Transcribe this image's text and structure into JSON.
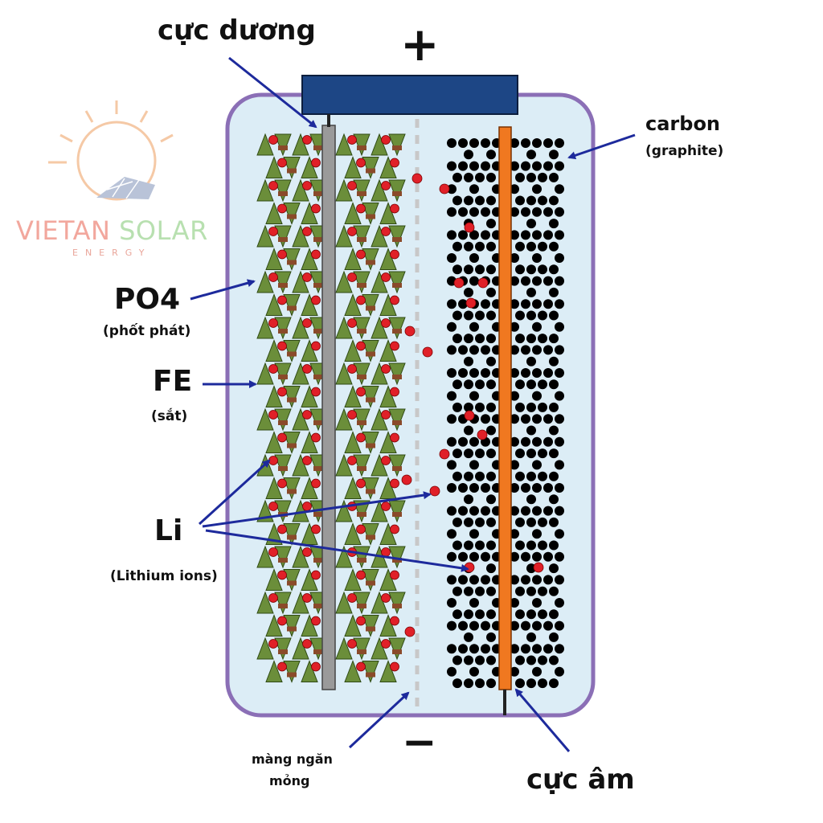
{
  "logo": {
    "brand_a": "VIETAN",
    "brand_b": "SOLAR",
    "tagline": "ENERGY",
    "colors": {
      "brand_a": "#f2a79d",
      "brand_b": "#b8e0b0",
      "sun": "#f5c9a6"
    }
  },
  "terminals": {
    "plus": "+",
    "minus": "−"
  },
  "labels": {
    "positive_electrode": "cực dương",
    "negative_electrode": "cực âm",
    "carbon": "carbon",
    "carbon_sub": "(graphite)",
    "po4": "PO4",
    "po4_sub": "(phốt phát)",
    "fe": "FE",
    "fe_sub": "(sắt)",
    "li": "Li",
    "li_sub": "(Lithium ions)",
    "separator_line1": "màng ngăn",
    "separator_line2": "mỏng"
  },
  "colors": {
    "casing": "#8b6fb6",
    "electrolyte": "#dcedf6",
    "terminal_cap": "#1d4685",
    "arrow": "#1d2a9c",
    "cathode_triangle": "#6b8e3a",
    "cathode_base": "#8a4a2a",
    "lithium_ion": "#e02028",
    "graphite": "#000000",
    "anode_collector": "#f07820",
    "cathode_collector": "#9a9a9a",
    "separator": "#c8c8c8"
  }
}
